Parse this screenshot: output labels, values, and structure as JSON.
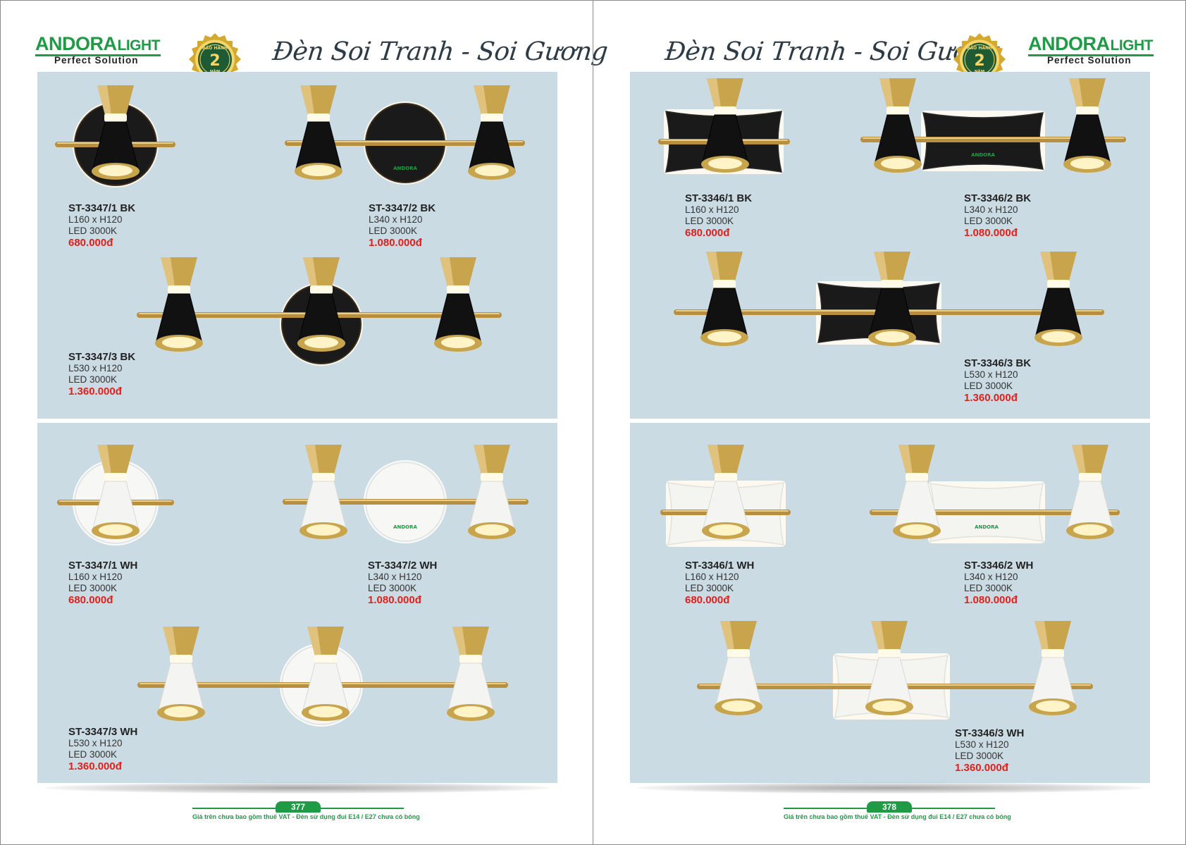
{
  "brand": {
    "name_bold": "ANDORA",
    "name_light": "LIGHT",
    "tagline": "Perfect Solution"
  },
  "badge": {
    "line1": "BẢO HÀNH",
    "number": "2",
    "line2": "NĂM"
  },
  "colors": {
    "brand_green": "#1f9a45",
    "price_red": "#e0201b",
    "panel_bg": "#cbdbe4",
    "gold": "#c8a44d",
    "black": "#111111"
  },
  "pages": [
    {
      "title": "Đèn Soi Tranh - Soi Gương",
      "page_number": "377",
      "footer_note": "Giá trên chưa bao gồm thuế VAT - Đèn sử dụng đui E14 / E27 chưa có bóng",
      "products": [
        {
          "code": "ST-3347/1 BK",
          "size": "L160 x H120",
          "led": "LED 3000K",
          "price": "680.000đ",
          "finish": "black",
          "heads": 1,
          "plate": "round"
        },
        {
          "code": "ST-3347/2 BK",
          "size": "L340 x H120",
          "led": "LED 3000K",
          "price": "1.080.000đ",
          "finish": "black",
          "heads": 2,
          "plate": "round",
          "plate_label": "ANDORA"
        },
        {
          "code": "ST-3347/3 BK",
          "size": "L530 x H120",
          "led": "LED 3000K",
          "price": "1.360.000đ",
          "finish": "black",
          "heads": 3,
          "plate": "round"
        },
        {
          "code": "ST-3347/1 WH",
          "size": "L160 x H120",
          "led": "LED 3000K",
          "price": "680.000đ",
          "finish": "white",
          "heads": 1,
          "plate": "round"
        },
        {
          "code": "ST-3347/2 WH",
          "size": "L340 x H120",
          "led": "LED 3000K",
          "price": "1.080.000đ",
          "finish": "white",
          "heads": 2,
          "plate": "round",
          "plate_label": "ANDORA"
        },
        {
          "code": "ST-3347/3 WH",
          "size": "L530 x H120",
          "led": "LED 3000K",
          "price": "1.360.000đ",
          "finish": "white",
          "heads": 3,
          "plate": "round"
        }
      ]
    },
    {
      "title": "Đèn Soi Tranh - Soi Gương",
      "page_number": "378",
      "footer_note": "Giá trên chưa bao gồm thuế VAT - Đèn sử dụng đui E14 / E27 chưa có bóng",
      "products": [
        {
          "code": "ST-3346/1 BK",
          "size": "L160 x H120",
          "led": "LED 3000K",
          "price": "680.000đ",
          "finish": "black",
          "heads": 1,
          "plate": "rect"
        },
        {
          "code": "ST-3346/2 BK",
          "size": "L340 x H120",
          "led": "LED 3000K",
          "price": "1.080.000đ",
          "finish": "black",
          "heads": 2,
          "plate": "rect",
          "plate_label": "ANDORA"
        },
        {
          "code": "ST-3346/3 BK",
          "size": "L530 x H120",
          "led": "LED 3000K",
          "price": "1.360.000đ",
          "finish": "black",
          "heads": 3,
          "plate": "rect"
        },
        {
          "code": "ST-3346/1 WH",
          "size": "L160 x H120",
          "led": "LED 3000K",
          "price": "680.000đ",
          "finish": "white",
          "heads": 1,
          "plate": "rect"
        },
        {
          "code": "ST-3346/2 WH",
          "size": "L340 x H120",
          "led": "LED 3000K",
          "price": "1.080.000đ",
          "finish": "white",
          "heads": 2,
          "plate": "rect",
          "plate_label": "ANDORA"
        },
        {
          "code": "ST-3346/3 WH",
          "size": "L530 x H120",
          "led": "LED 3000K",
          "price": "1.360.000đ",
          "finish": "white",
          "heads": 3,
          "plate": "rect"
        }
      ]
    }
  ]
}
